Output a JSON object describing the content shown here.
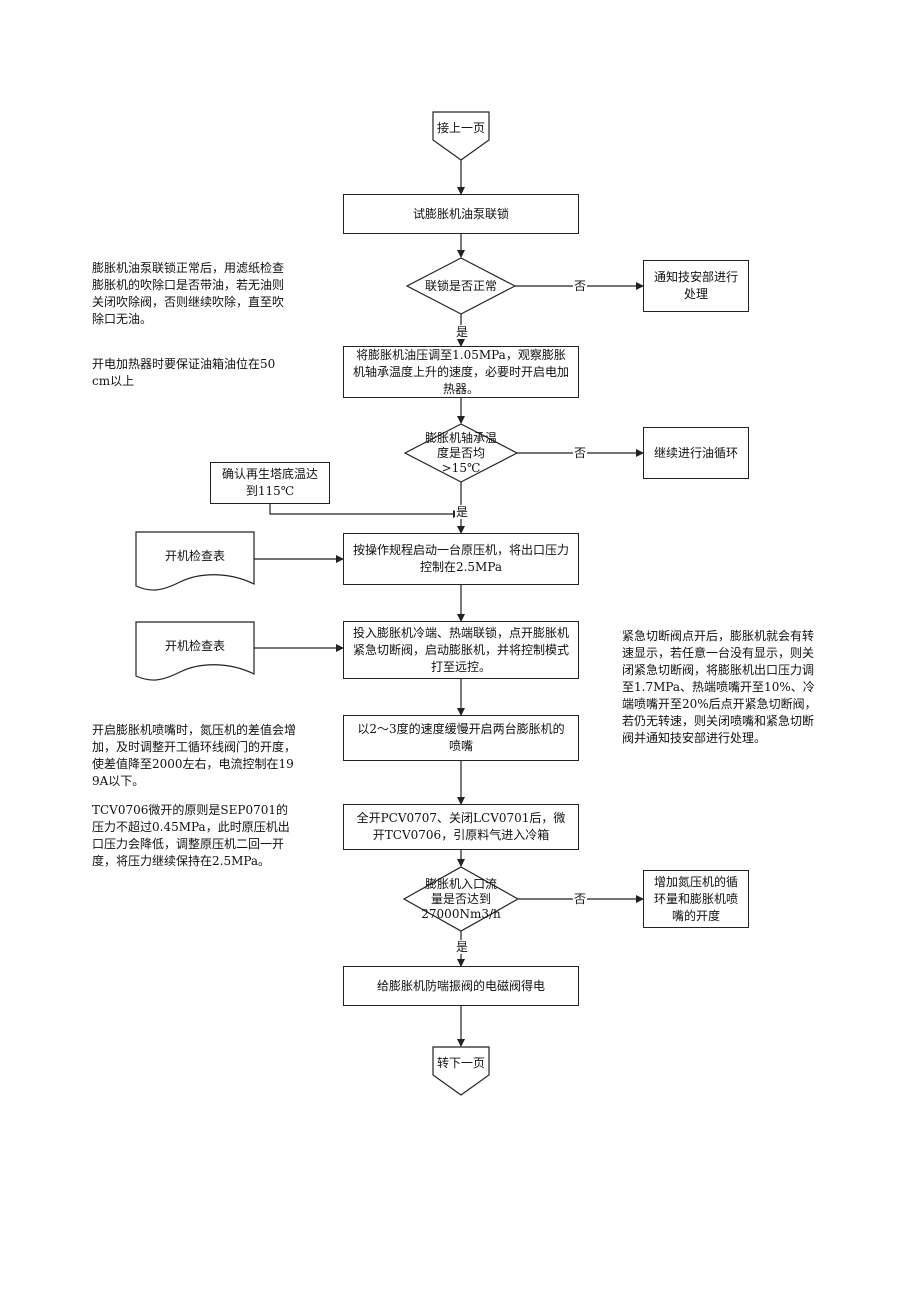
{
  "flowchart": {
    "connector_top": "接上一页",
    "connector_bottom": "转下一页",
    "steps": {
      "s1": "试膨胀机油泵联锁",
      "d1": "联锁是否正常",
      "r1": "通知技安部进行处理",
      "s2": "将膨胀机油压调至1.05MPa，观察膨胀机轴承温度上升的速度，必要时开启电加热器。",
      "d2": "膨胀机轴承温度是否均>15℃",
      "r2": "继续进行油循环",
      "c1": "确认再生塔底温达到115℃",
      "s3": "按操作规程启动一台原压机，将出口压力控制在2.5MPa",
      "s4": "投入膨胀机冷端、热端联锁，点开膨胀机紧急切断阀，启动膨胀机，并将控制模式打至远控。",
      "s5": "以2～3度的速度缓慢开启两台膨胀机的喷嘴",
      "s6": "全开PCV0707、关闭LCV0701后，微开TCV0706，引原料气进入冷箱",
      "d3": "膨胀机入口流量是否达到27000Nm3/h",
      "r3": "增加氮压机的循环量和膨胀机喷嘴的开度",
      "s7": "给膨胀机防喘振阀的电磁阀得电"
    },
    "docs": {
      "doc1": "开机检查表",
      "doc2": "开机检查表"
    },
    "labels": {
      "no1": "否",
      "yes1": "是",
      "no2": "否",
      "yes2": "是",
      "no3": "否",
      "yes3": "是"
    }
  },
  "notes": {
    "n1": "膨胀机油泵联锁正常后，用滤纸检查膨胀机的吹除口是否带油，若无油则关闭吹除阀，否则继续吹除，直至吹除口无油。",
    "n2": "开电加热器时要保证油箱油位在50cm以上",
    "n3": "开启膨胀机喷嘴时，氮压机的差值会增加，及时调整开工循环线阀门的开度，使差值降至2000左右，电流控制在199A以下。",
    "n4": "TCV0706微开的原则是SEP0701的压力不超过0.45MPa，此时原压机出口压力会降低，调整原压机二回一开度，将压力继续保持在2.5MPa。",
    "n5": "紧急切断阀点开后，膨胀机就会有转速显示，若任意一台没有显示，则关闭紧急切断阀，将膨胀机出口压力调至1.7MPa、热端喷嘴开至10%、冷端喷嘴开至20%后点开紧急切断阀，若仍无转速，则关闭喷嘴和紧急切断阀并通知技安部进行处理。"
  },
  "colors": {
    "line": "#222222",
    "background": "#ffffff"
  }
}
